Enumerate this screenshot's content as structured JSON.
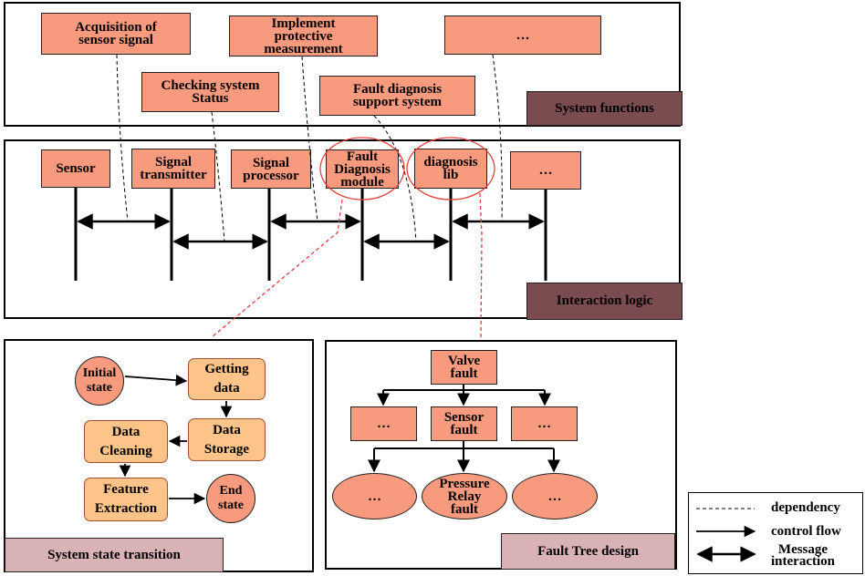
{
  "system_functions": {
    "label": "System functions",
    "items": [
      {
        "id": "acq",
        "text": "Acquisition of\nsensor signal"
      },
      {
        "id": "impl",
        "text": "Implement\nprotective\nmeasurement"
      },
      {
        "id": "more",
        "text": "…"
      },
      {
        "id": "check",
        "text": "Checking system\nStatus"
      },
      {
        "id": "fdss",
        "text": "Fault diagnosis\nsupport system"
      }
    ]
  },
  "interaction_logic": {
    "label": "Interaction logic",
    "components": [
      {
        "id": "sensor",
        "text": "Sensor"
      },
      {
        "id": "transmitter",
        "text": "Signal\ntransmitter"
      },
      {
        "id": "processor",
        "text": "Signal\nprocessor"
      },
      {
        "id": "fdm",
        "text": "Fault\nDiagnosis\nmodule"
      },
      {
        "id": "lib",
        "text": "diagnosis\nlib"
      },
      {
        "id": "more",
        "text": "…"
      }
    ]
  },
  "state_transition": {
    "label": "System state transition",
    "initial": "Initial\nstate",
    "getting": "Getting\ndata",
    "storage": "Data\nStorage",
    "cleaning": "Data\nCleaning",
    "feature": "Feature\nExtraction",
    "end": "End\nstate"
  },
  "fault_tree": {
    "label": "Fault Tree design",
    "root": "Valve\nfault",
    "left": "…",
    "middle": "Sensor\nfault",
    "right": "…",
    "leaf_left": "…",
    "leaf_middle": "Pressure\nRelay\nfault",
    "leaf_right": "…"
  },
  "legend": {
    "dependency": "dependency",
    "control_flow": "control flow",
    "message": "Message\ninteraction"
  },
  "colors": {
    "box": "#f79a7e",
    "state": "#fdc48a",
    "tag_dark": "#7a4b4f",
    "tag_light": "#d8b2b5",
    "highlight": "#e0403a"
  }
}
